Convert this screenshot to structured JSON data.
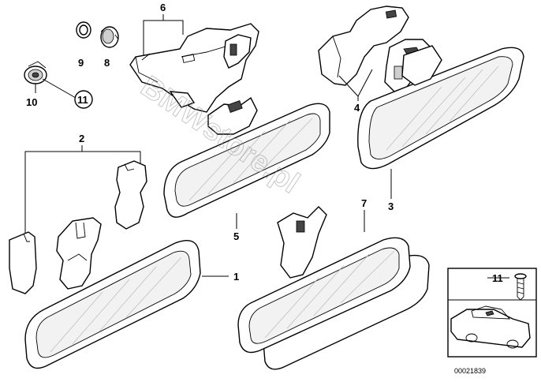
{
  "diagram": {
    "labels": {
      "p1": "1",
      "p2": "2",
      "p3": "3",
      "p4": "4",
      "p5": "5",
      "p6": "6",
      "p7": "7",
      "p8": "8",
      "p9": "9",
      "p10": "10",
      "p11_circled": "11",
      "p11_inset": "11"
    },
    "watermark": "BMWstore.pl",
    "reference_code": "00021839"
  }
}
